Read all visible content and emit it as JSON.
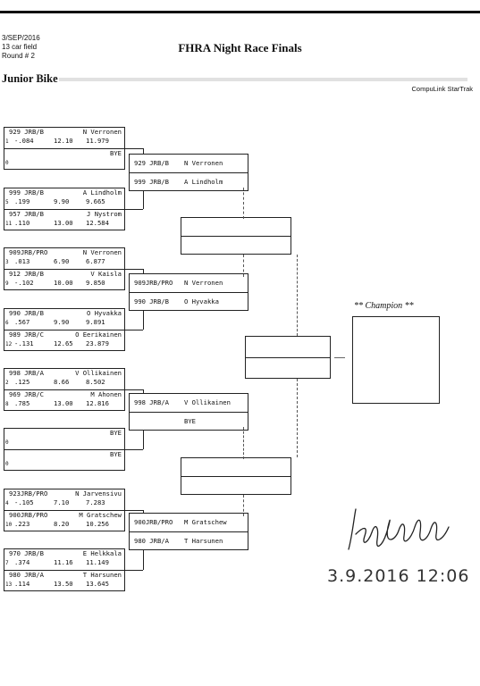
{
  "header": {
    "date": "3/SEP/2016",
    "field": "13 car field",
    "round": "Round # 2",
    "title": "FHRA Night Race Finals",
    "class_name": "Junior Bike",
    "brand": "CompuLink StarTrak"
  },
  "round1": [
    {
      "top": {
        "name": "929 JRB/B",
        "driver": "N Verronen",
        "seed": "1",
        "rt": "-.084",
        "dial": "12.10",
        "et": "11.979"
      },
      "bottom": {
        "name": "",
        "driver": "BYE",
        "seed": "0",
        "rt": "",
        "dial": "",
        "et": ""
      }
    },
    {
      "top": {
        "name": "999 JRB/B",
        "driver": "A Lindholm",
        "seed": "5",
        "rt": ".199",
        "dial": "9.90",
        "et": "9.665"
      },
      "bottom": {
        "name": "957 JRB/B",
        "driver": "J Nystrom",
        "seed": "11",
        "rt": ".110",
        "dial": "13.00",
        "et": "12.584"
      }
    },
    {
      "top": {
        "name": "909JRB/PRO",
        "driver": "N Verronen",
        "seed": "3",
        "rt": ".013",
        "dial": "6.90",
        "et": "6.877"
      },
      "bottom": {
        "name": "912 JRB/B",
        "driver": "V Kaisla",
        "seed": "9",
        "rt": "-.102",
        "dial": "10.00",
        "et": "9.850"
      }
    },
    {
      "top": {
        "name": "990 JRB/B",
        "driver": "O Hyvakka",
        "seed": "6",
        "rt": ".567",
        "dial": "9.90",
        "et": "9.891"
      },
      "bottom": {
        "name": "989 JRB/C",
        "driver": "O Eerikainen",
        "seed": "12",
        "rt": "-.131",
        "dial": "12.65",
        "et": "23.879"
      }
    },
    {
      "top": {
        "name": "998 JRB/A",
        "driver": "V Ollikainen",
        "seed": "2",
        "rt": ".125",
        "dial": "8.66",
        "et": "8.502"
      },
      "bottom": {
        "name": "969 JRB/C",
        "driver": "M Ahonen",
        "seed": "8",
        "rt": ".785",
        "dial": "13.00",
        "et": "12.816"
      }
    },
    {
      "top": {
        "name": "",
        "driver": "BYE",
        "seed": "0",
        "rt": "",
        "dial": "",
        "et": ""
      },
      "bottom": {
        "name": "",
        "driver": "BYE",
        "seed": "0",
        "rt": "",
        "dial": "",
        "et": ""
      }
    },
    {
      "top": {
        "name": "923JRB/PRO",
        "driver": "N Jarvensivu",
        "seed": "4",
        "rt": "-.105",
        "dial": "7.10",
        "et": "7.283"
      },
      "bottom": {
        "name": "900JRB/PRO",
        "driver": "M Gratschew",
        "seed": "10",
        "rt": ".223",
        "dial": "8.20",
        "et": "10.256"
      }
    },
    {
      "top": {
        "name": "970 JRB/B",
        "driver": "E Helkkala",
        "seed": "7",
        "rt": ".374",
        "dial": "11.16",
        "et": "11.149"
      },
      "bottom": {
        "name": "980 JRB/A",
        "driver": "T Harsunen",
        "seed": "13",
        "rt": ".114",
        "dial": "13.50",
        "et": "13.645"
      }
    }
  ],
  "round2": [
    {
      "top": {
        "name": "929 JRB/B",
        "driver": "N Verronen"
      },
      "bottom": {
        "name": "999 JRB/B",
        "driver": "A Lindholm"
      }
    },
    {
      "top": {
        "name": "909JRB/PRO",
        "driver": "N Verronen"
      },
      "bottom": {
        "name": "990 JRB/B",
        "driver": "O Hyvakka"
      }
    },
    {
      "top": {
        "name": "998 JRB/A",
        "driver": "V Ollikainen"
      },
      "bottom": {
        "name": "",
        "driver": "BYE"
      }
    },
    {
      "top": {
        "name": "900JRB/PRO",
        "driver": "M Gratschew"
      },
      "bottom": {
        "name": "980 JRB/A",
        "driver": "T Harsunen"
      }
    }
  ],
  "champion_label": "** Champion **",
  "signature": {
    "date_text": "3.9.2016 12:06"
  }
}
